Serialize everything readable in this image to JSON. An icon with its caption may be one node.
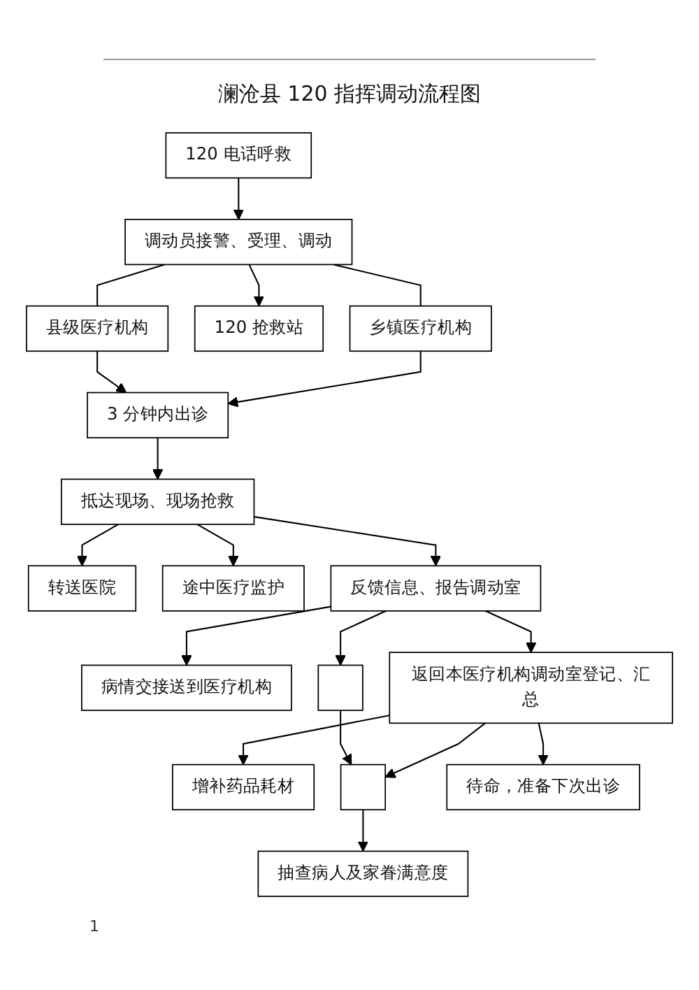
{
  "diagram": {
    "title": "澜沧县 120 指挥调动流程图",
    "nodes": [
      {
        "text": [
          "120 电话呼救"
        ]
      },
      {
        "text": [
          "调动员接警、受理、调动"
        ]
      },
      {
        "text": [
          "县级医疗机构"
        ]
      },
      {
        "text": [
          "120 抢救站"
        ]
      },
      {
        "text": [
          "乡镇医疗机构"
        ]
      },
      {
        "text": [
          "3 分钟内出诊"
        ]
      },
      {
        "text": [
          "转送医院"
        ]
      },
      {
        "text": [
          "抵达现场、现场抢救"
        ]
      },
      {
        "text": [
          "途中医疗监护"
        ]
      },
      {
        "text": [
          "病情交接送到医疗机构"
        ]
      },
      {
        "text": [
          "反馈信息、报告调动室"
        ]
      },
      {
        "text": [],
        "shape": "box"
      },
      {
        "text": [
          "增补药品耗材"
        ]
      },
      {
        "text": [
          "返回本医疗机构调动室登记、汇总"
        ]
      },
      {
        "text": [],
        "shape": "box"
      },
      {
        "text": [
          "待命，准备下次出诊"
        ]
      },
      {
        "text": [
          "抽查病人及家眷满意度"
        ]
      }
    ],
    "edges": [
      {
        "from": 0,
        "to": 1,
        "arrow": "to"
      },
      {
        "from": 1,
        "to": 2,
        "arrow": "none"
      },
      {
        "from": 1,
        "to": 3,
        "arrow": "to"
      },
      {
        "from": 1,
        "to": 4,
        "arrow": "none"
      },
      {
        "from": 2,
        "to": 5,
        "arrow": "to"
      },
      {
        "from": 4,
        "to": 5,
        "arrow": "to"
      },
      {
        "from": 5,
        "to": 7,
        "arrow": "to"
      },
      {
        "from": 7,
        "to": 6,
        "arrow": "to"
      },
      {
        "from": 7,
        "to": 8,
        "arrow": "to"
      },
      {
        "from": 7,
        "to": 10,
        "arrow": "to"
      },
      {
        "from": 10,
        "to": 9,
        "arrow": "to"
      },
      {
        "from": 10,
        "to": 11,
        "arrow": "to"
      },
      {
        "from": 11,
        "to": 14,
        "arrow": "to"
      },
      {
        "from": 10,
        "to": 13,
        "arrow": "to"
      },
      {
        "from": 13,
        "to": 12,
        "arrow": "to"
      },
      {
        "from": 13,
        "to": 14,
        "arrow": "to"
      },
      {
        "from": 13,
        "to": 15,
        "arrow": "to"
      },
      {
        "from": 14,
        "to": 16,
        "arrow": "to"
      }
    ],
    "labels": [
      "1"
    ]
  }
}
